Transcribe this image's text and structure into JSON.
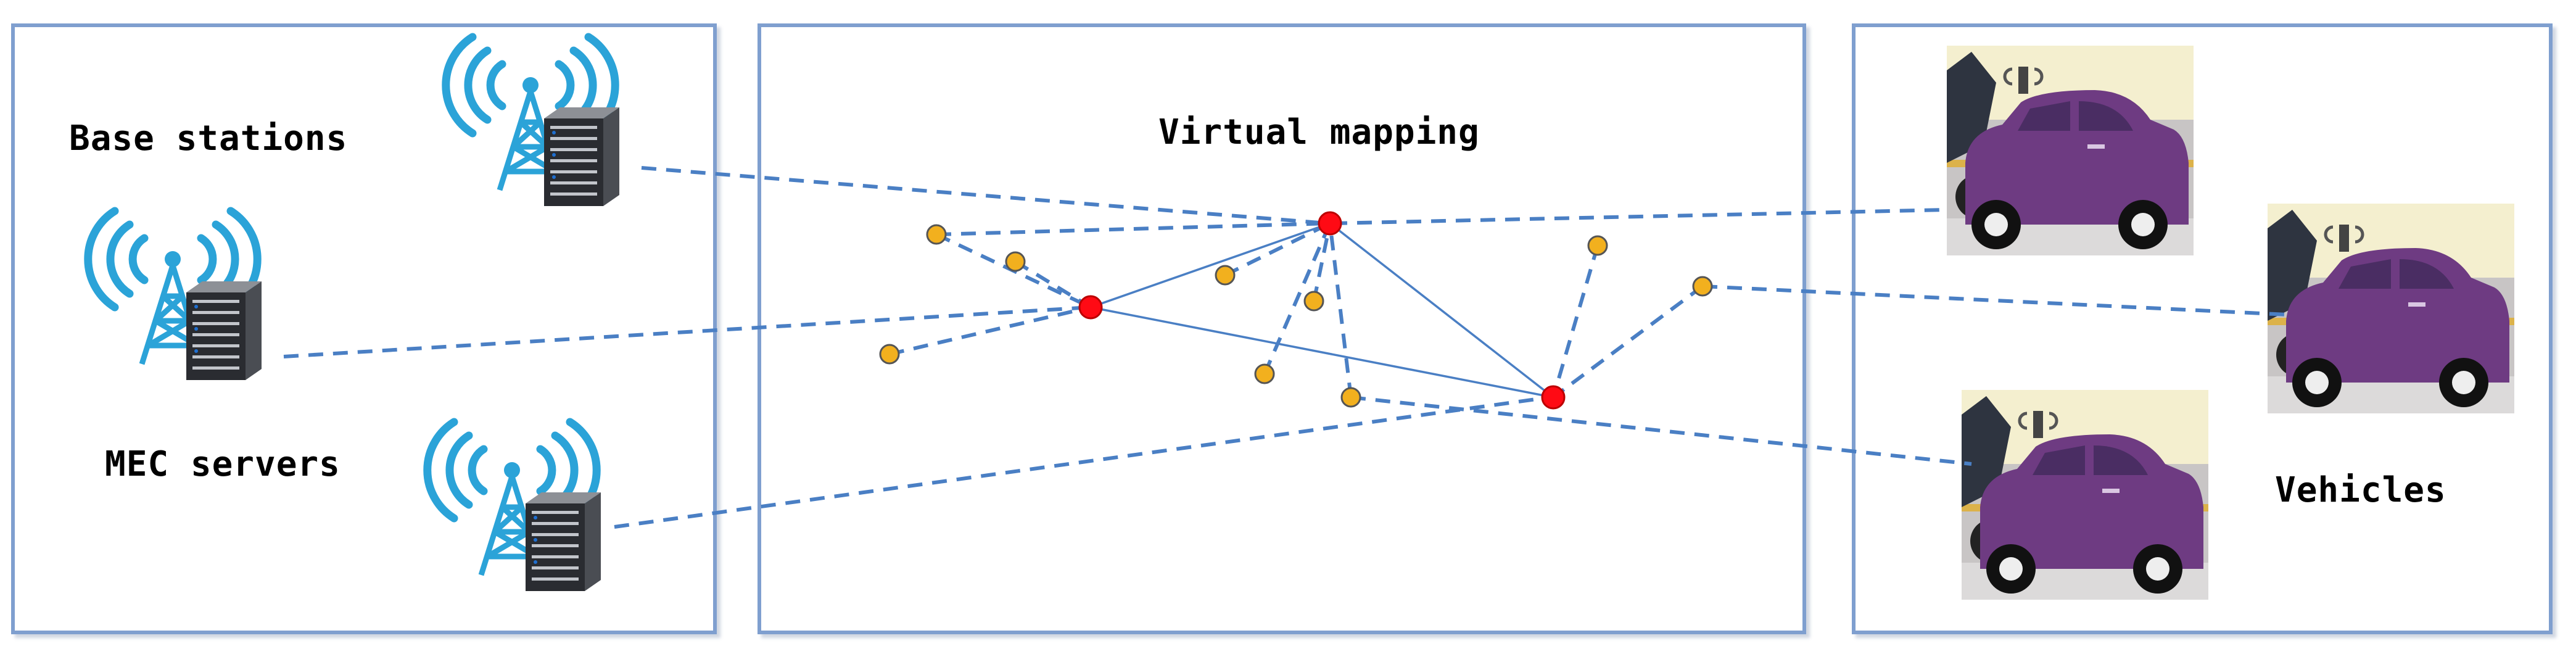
{
  "labels": {
    "base_stations": "Base stations",
    "mec_servers": "MEC servers",
    "virtual_mapping": "Virtual mapping",
    "vehicles": "Vehicles"
  },
  "icons": {
    "base_station": "tower-with-server-icon",
    "vehicle": "purple-car-icon"
  },
  "colors": {
    "panel_border": "#7f9fcf",
    "link_dashed": "#4a7fc4",
    "link_solid": "#4a7fc4",
    "primary_node": "#ff0a14",
    "secondary_node": "#f2b01e",
    "tower": "#2ba3d8",
    "car_body": "#6e3b82",
    "car_bg": "#f4efcf"
  }
}
